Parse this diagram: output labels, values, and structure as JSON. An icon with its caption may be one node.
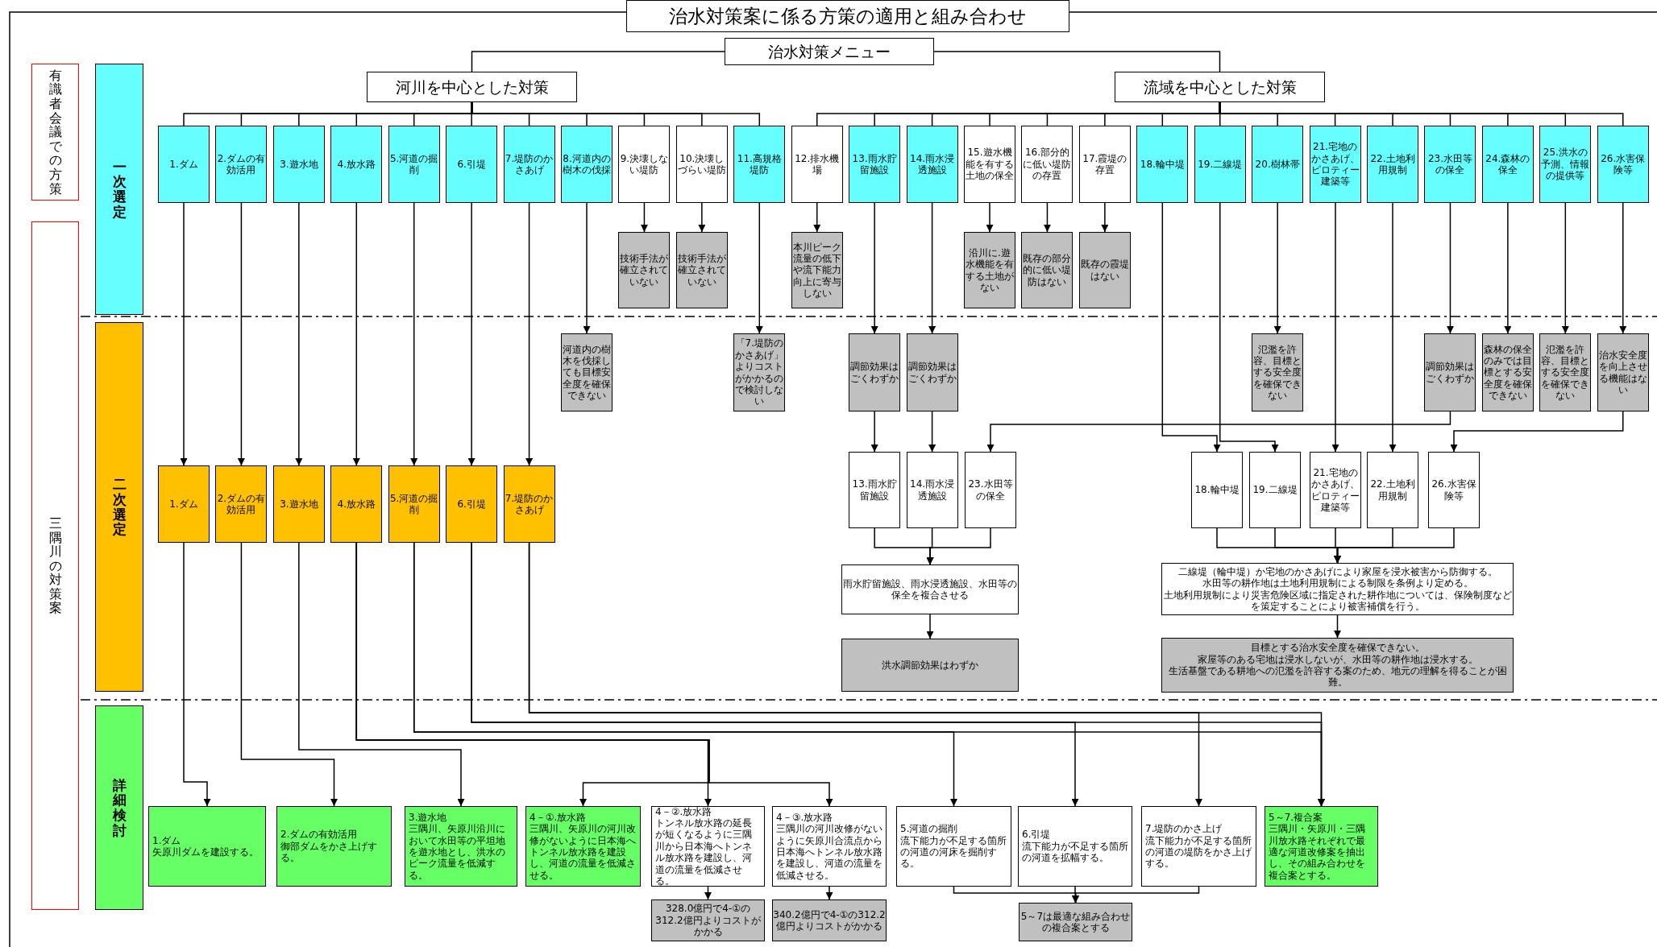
{
  "diagram": {
    "title": "治水対策案に係る方策の適用と組み合わせ",
    "nodes": [
      {
        "text": [
          "治水対策メニュー"
        ]
      },
      {
        "text": [
          "河川を中心とした対策"
        ]
      },
      {
        "text": [
          "流域を中心とした対策"
        ]
      },
      {
        "text": [
          "有識者会議での方策"
        ]
      },
      {
        "text": [
          "三隅川の対策案"
        ]
      },
      {
        "text": [
          "一次選定"
        ]
      },
      {
        "text": [
          "二次選定"
        ]
      },
      {
        "text": [
          "詳細検討"
        ]
      },
      {
        "text": [
          "1.ダム"
        ]
      },
      {
        "text": [
          "2.ダムの有効活用"
        ]
      },
      {
        "text": [
          "3.遊水地"
        ]
      },
      {
        "text": [
          "4.放水路"
        ]
      },
      {
        "text": [
          "5.河道の掘削"
        ]
      },
      {
        "text": [
          "6.引堤"
        ]
      },
      {
        "text": [
          "7.堤防のかさあげ"
        ]
      },
      {
        "text": [
          "8.河道内の樹木の伐採"
        ]
      },
      {
        "text": [
          "9.決壊しない堤防"
        ]
      },
      {
        "text": [
          "10.決壊しづらい堤防"
        ]
      },
      {
        "text": [
          "11.高規格堤防"
        ]
      },
      {
        "text": [
          "12.排水機場"
        ]
      },
      {
        "text": [
          "13.雨水貯留施設"
        ]
      },
      {
        "text": [
          "14.雨水浸透施設"
        ]
      },
      {
        "text": [
          "15.遊水機能を有する土地の保全"
        ]
      },
      {
        "text": [
          "16.部分的に低い堤防の存置"
        ]
      },
      {
        "text": [
          "17.霞堤の存置"
        ]
      },
      {
        "text": [
          "18.輪中堤"
        ]
      },
      {
        "text": [
          "19.二線堤"
        ]
      },
      {
        "text": [
          "20.樹林帯"
        ]
      },
      {
        "text": [
          "21.宅地のかさあげ、ピロティー建築等"
        ]
      },
      {
        "text": [
          "22.土地利用規制"
        ]
      },
      {
        "text": [
          "23.水田等の保全"
        ]
      },
      {
        "text": [
          "24.森林の保全"
        ]
      },
      {
        "text": [
          "25.洪水の予測、情報の提供等"
        ]
      },
      {
        "text": [
          "26.水害保険等"
        ]
      },
      {
        "text": [
          "技術手法が確立されていない"
        ]
      },
      {
        "text": [
          "技術手法が確立されていない"
        ]
      },
      {
        "text": [
          "本川ピーク流量の低下や流下能力向上に寄与しない"
        ]
      },
      {
        "text": [
          "沿川に.遊水機能を有する土地がない"
        ]
      },
      {
        "text": [
          "既存の部分的に低い堤防はない"
        ]
      },
      {
        "text": [
          "既存の霞堤はない"
        ]
      },
      {
        "text": [
          "河道内の樹木を伐採しても目標安全度を確保できない"
        ]
      },
      {
        "text": [
          "「7.堤防のかさあげ」よりコストがかかるので検討しない"
        ]
      },
      {
        "text": [
          "調節効果はごくわずか"
        ]
      },
      {
        "text": [
          "調節効果はごくわずか"
        ]
      },
      {
        "text": [
          "氾濫を許容、目標とする安全度を確保できない"
        ]
      },
      {
        "text": [
          "調節効果はごくわずか"
        ]
      },
      {
        "text": [
          "森林の保全のみでは目標とする安全度を確保できない"
        ]
      },
      {
        "text": [
          "氾濫を許容、目標とする安全度を確保できない"
        ]
      },
      {
        "text": [
          "治水安全度を向上させる機能はない"
        ]
      },
      {
        "text": [
          "1.ダム"
        ]
      },
      {
        "text": [
          "2.ダムの有効活用"
        ]
      },
      {
        "text": [
          "3.遊水地"
        ]
      },
      {
        "text": [
          "4.放水路"
        ]
      },
      {
        "text": [
          "5.河道の掘削"
        ]
      },
      {
        "text": [
          "6.引堤"
        ]
      },
      {
        "text": [
          "7.堤防のかさあげ"
        ]
      },
      {
        "text": [
          "13.雨水貯留施設"
        ]
      },
      {
        "text": [
          "14.雨水浸透施設"
        ]
      },
      {
        "text": [
          "23.水田等の保全"
        ]
      },
      {
        "text": [
          "18.輪中堤"
        ]
      },
      {
        "text": [
          "19.二線堤"
        ]
      },
      {
        "text": [
          "21.宅地のかさあげ、ピロティー建築等"
        ]
      },
      {
        "text": [
          "22.土地利用規制"
        ]
      },
      {
        "text": [
          "26.水害保険等"
        ]
      },
      {
        "text": [
          "雨水貯留施設、雨水浸透施設、水田等の保全を複合させる"
        ]
      },
      {
        "text": [
          "洪水調節効果はわずか"
        ]
      },
      {
        "text": [
          "二線堤（輪中堤）か宅地のかさあげにより家屋を浸水被害から防御する。",
          "水田等の耕作地は土地利用規制による制限を条例より定める。",
          "土地利用規制により災害危険区域に指定された耕作地については、保険制度などを策定することにより被害補償を行う。"
        ]
      },
      {
        "text": [
          "目標とする治水安全度を確保できない。",
          "家屋等のある宅地は浸水しないが、水田等の耕作地は浸水する。",
          "生活基盤である耕地への氾濫を許容する案のため、地元の理解を得ることが困難。"
        ]
      },
      {
        "text": [
          "1.ダム",
          "矢原川ダムを建設する。"
        ]
      },
      {
        "text": [
          "2.ダムの有効活用",
          "御部ダムをかさ上げする。"
        ]
      },
      {
        "text": [
          "3.遊水地",
          "三隅川、矢原川沿川において水田等の平坦地を遊水地とし、洪水のピーク流量を低減する。"
        ]
      },
      {
        "text": [
          "4－①.放水路",
          "三隅川、矢原川の河川改修がないように日本海へトンネル放水路を建設し、河道の流量を低減させる。"
        ]
      },
      {
        "text": [
          "4－②.放水路",
          "トンネル放水路の延長が短くなるように三隅川から日本海へトンネル放水路を建設し、河道の流量を低減させる。"
        ]
      },
      {
        "text": [
          "4－③.放水路",
          "三隅川の河川改修がないように矢原川合流点から日本海へトンネル放水路を建設し、河道の流量を低減させる。"
        ]
      },
      {
        "text": [
          "5.河道の掘削",
          "流下能力が不足する箇所の河道の河床を掘削する。"
        ]
      },
      {
        "text": [
          "6.引堤",
          "流下能力が不足する箇所の河道を拡幅する。"
        ]
      },
      {
        "text": [
          "7.堤防のかさ上げ",
          "流下能力が不足する箇所の河道の堤防をかさ上げする。"
        ]
      },
      {
        "text": [
          "5～7.複合案",
          "三隅川・矢原川・三隅川放水路それぞれで最適な河道改修案を抽出し、その組み合わせを複合案とする。"
        ]
      },
      {
        "text": [
          "328.0億円で4-①の312.2億円よりコストがかかる"
        ]
      },
      {
        "text": [
          "340.2億円で4-①の312.2億円よりコストがかかる"
        ]
      },
      {
        "text": [
          "5～7は最適な組み合わせの複合案とする"
        ]
      }
    ],
    "edges": [
      {
        "from": 0,
        "to": 1,
        "arrow": "none"
      },
      {
        "from": 0,
        "to": 2,
        "arrow": "none"
      },
      {
        "from": 1,
        "to": 8,
        "arrow": "none"
      },
      {
        "from": 1,
        "to": 9,
        "arrow": "none"
      },
      {
        "from": 1,
        "to": 10,
        "arrow": "none"
      },
      {
        "from": 1,
        "to": 11,
        "arrow": "none"
      },
      {
        "from": 1,
        "to": 12,
        "arrow": "none"
      },
      {
        "from": 1,
        "to": 13,
        "arrow": "none"
      },
      {
        "from": 1,
        "to": 14,
        "arrow": "none"
      },
      {
        "from": 1,
        "to": 15,
        "arrow": "none"
      },
      {
        "from": 1,
        "to": 16,
        "arrow": "none"
      },
      {
        "from": 1,
        "to": 17,
        "arrow": "none"
      },
      {
        "from": 1,
        "to": 18,
        "arrow": "none"
      },
      {
        "from": 2,
        "to": 19,
        "arrow": "none"
      },
      {
        "from": 2,
        "to": 20,
        "arrow": "none"
      },
      {
        "from": 2,
        "to": 21,
        "arrow": "none"
      },
      {
        "from": 2,
        "to": 22,
        "arrow": "none"
      },
      {
        "from": 2,
        "to": 23,
        "arrow": "none"
      },
      {
        "from": 2,
        "to": 24,
        "arrow": "none"
      },
      {
        "from": 2,
        "to": 25,
        "arrow": "none"
      },
      {
        "from": 2,
        "to": 26,
        "arrow": "none"
      },
      {
        "from": 2,
        "to": 27,
        "arrow": "none"
      },
      {
        "from": 2,
        "to": 28,
        "arrow": "none"
      },
      {
        "from": 2,
        "to": 29,
        "arrow": "none"
      },
      {
        "from": 2,
        "to": 30,
        "arrow": "none"
      },
      {
        "from": 2,
        "to": 31,
        "arrow": "none"
      },
      {
        "from": 2,
        "to": 32,
        "arrow": "none"
      },
      {
        "from": 2,
        "to": 33,
        "arrow": "none"
      },
      {
        "from": 16,
        "to": 34,
        "arrow": "to"
      },
      {
        "from": 17,
        "to": 35,
        "arrow": "to"
      },
      {
        "from": 19,
        "to": 36,
        "arrow": "to"
      },
      {
        "from": 22,
        "to": 37,
        "arrow": "to"
      },
      {
        "from": 23,
        "to": 38,
        "arrow": "to"
      },
      {
        "from": 24,
        "to": 39,
        "arrow": "to"
      },
      {
        "from": 15,
        "to": 40,
        "arrow": "to"
      },
      {
        "from": 18,
        "to": 41,
        "arrow": "to"
      },
      {
        "from": 20,
        "to": 42,
        "arrow": "to"
      },
      {
        "from": 21,
        "to": 43,
        "arrow": "to"
      },
      {
        "from": 27,
        "to": 44,
        "arrow": "to"
      },
      {
        "from": 30,
        "to": 45,
        "arrow": "to"
      },
      {
        "from": 31,
        "to": 46,
        "arrow": "to"
      },
      {
        "from": 32,
        "to": 47,
        "arrow": "to"
      },
      {
        "from": 33,
        "to": 48,
        "arrow": "to"
      },
      {
        "from": 8,
        "to": 49,
        "arrow": "to"
      },
      {
        "from": 9,
        "to": 50,
        "arrow": "to"
      },
      {
        "from": 10,
        "to": 51,
        "arrow": "to"
      },
      {
        "from": 11,
        "to": 52,
        "arrow": "to"
      },
      {
        "from": 12,
        "to": 53,
        "arrow": "to"
      },
      {
        "from": 13,
        "to": 54,
        "arrow": "to"
      },
      {
        "from": 14,
        "to": 55,
        "arrow": "to"
      },
      {
        "from": 42,
        "to": 56,
        "arrow": "to"
      },
      {
        "from": 43,
        "to": 57,
        "arrow": "to"
      },
      {
        "from": 45,
        "to": 58,
        "arrow": "to"
      },
      {
        "from": 25,
        "to": 59,
        "arrow": "to"
      },
      {
        "from": 26,
        "to": 60,
        "arrow": "to"
      },
      {
        "from": 28,
        "to": 61,
        "arrow": "to"
      },
      {
        "from": 29,
        "to": 62,
        "arrow": "to"
      },
      {
        "from": 48,
        "to": 63,
        "arrow": "to"
      },
      {
        "from": 56,
        "to": 64,
        "arrow": "to"
      },
      {
        "from": 57,
        "to": 64,
        "arrow": "to"
      },
      {
        "from": 58,
        "to": 64,
        "arrow": "to"
      },
      {
        "from": 64,
        "to": 65,
        "arrow": "to"
      },
      {
        "from": 59,
        "to": 66,
        "arrow": "to"
      },
      {
        "from": 60,
        "to": 66,
        "arrow": "to"
      },
      {
        "from": 61,
        "to": 66,
        "arrow": "to"
      },
      {
        "from": 62,
        "to": 66,
        "arrow": "to"
      },
      {
        "from": 63,
        "to": 66,
        "arrow": "to"
      },
      {
        "from": 66,
        "to": 67,
        "arrow": "to"
      },
      {
        "from": 49,
        "to": 68,
        "arrow": "to"
      },
      {
        "from": 50,
        "to": 69,
        "arrow": "to"
      },
      {
        "from": 51,
        "to": 70,
        "arrow": "to"
      },
      {
        "from": 52,
        "to": 71,
        "arrow": "to"
      },
      {
        "from": 52,
        "to": 72,
        "arrow": "to"
      },
      {
        "from": 52,
        "to": 73,
        "arrow": "to"
      },
      {
        "from": 53,
        "to": 74,
        "arrow": "to"
      },
      {
        "from": 53,
        "to": 77,
        "arrow": "to"
      },
      {
        "from": 54,
        "to": 75,
        "arrow": "to"
      },
      {
        "from": 54,
        "to": 77,
        "arrow": "to"
      },
      {
        "from": 55,
        "to": 76,
        "arrow": "to"
      },
      {
        "from": 55,
        "to": 77,
        "arrow": "to"
      },
      {
        "from": 72,
        "to": 78,
        "arrow": "to"
      },
      {
        "from": 73,
        "to": 79,
        "arrow": "to"
      },
      {
        "from": 74,
        "to": 80,
        "arrow": "to"
      },
      {
        "from": 75,
        "to": 80,
        "arrow": "to"
      },
      {
        "from": 76,
        "to": 80,
        "arrow": "to"
      }
    ]
  }
}
